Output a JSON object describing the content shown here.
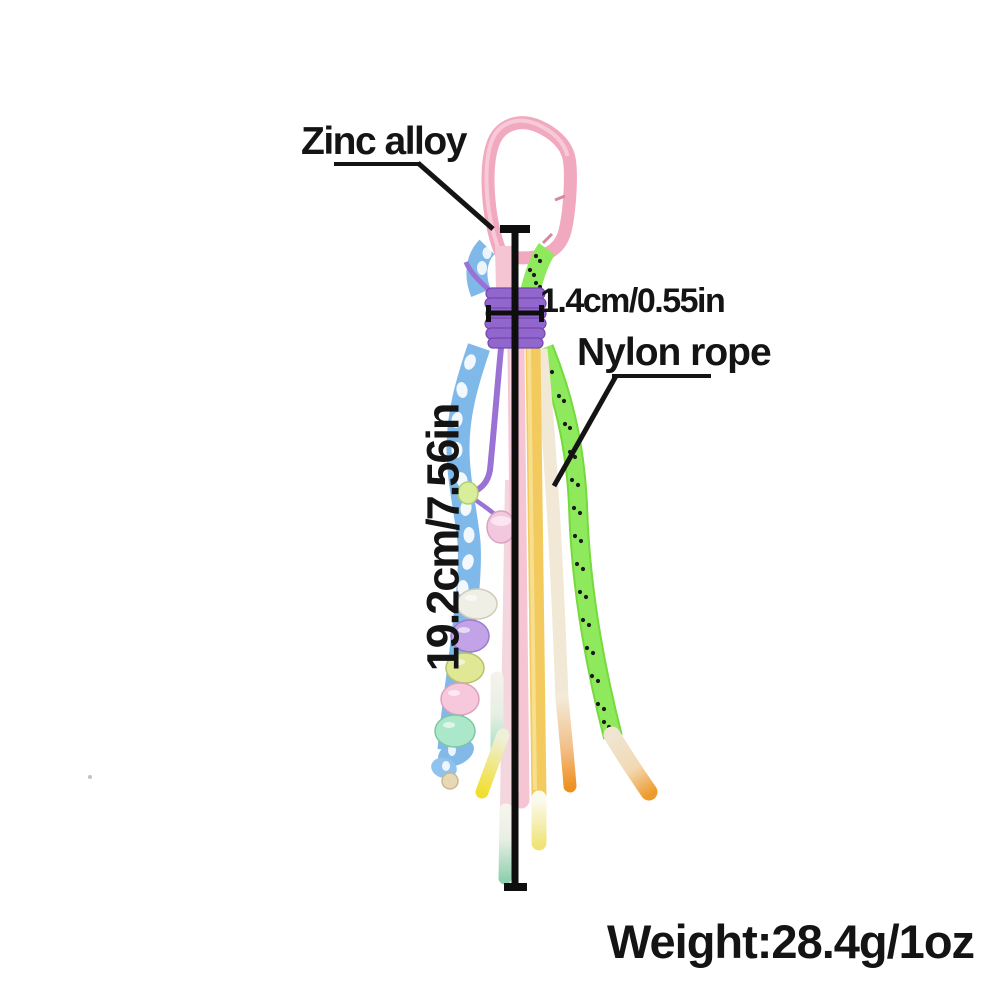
{
  "labels": {
    "zinc_alloy": "Zinc alloy",
    "nylon_rope": "Nylon rope",
    "width": "1.4cm/0.55in",
    "length": "19.2cm/7.56in",
    "weight": "Weight:28.4g/1oz"
  },
  "product": {
    "alt": "Pastel nylon rope tassel keychain: pink zinc-alloy carabiner clip, purple cord wrap, multicolor rope strands with dip-dyed tips and pastel beads on a blue paracord",
    "colors": {
      "background": "#ffffff",
      "line": "#0e0e0e",
      "carabiner": "#f1a9bf",
      "carabiner_highlight": "#f8cdd9",
      "wrap": "#9166cd",
      "rope_blue": "#7fb9ea",
      "rope_purple": "#9a71d4",
      "rope_pink": "#f6c5d3",
      "rope_yellow": "#f2ca5e",
      "rope_green": "#8fe95c",
      "rope_cream": "#f1e8d6",
      "tip_mint": "#9fd8bd",
      "tip_yellow": "#f2de2e",
      "tip_orange": "#f59a32",
      "bead_white": "#f0efe6",
      "bead_lavender": "#c2a3e8",
      "bead_lime": "#e0e896",
      "bead_pink": "#f7c8db",
      "bead_mint": "#abe8ca"
    }
  }
}
